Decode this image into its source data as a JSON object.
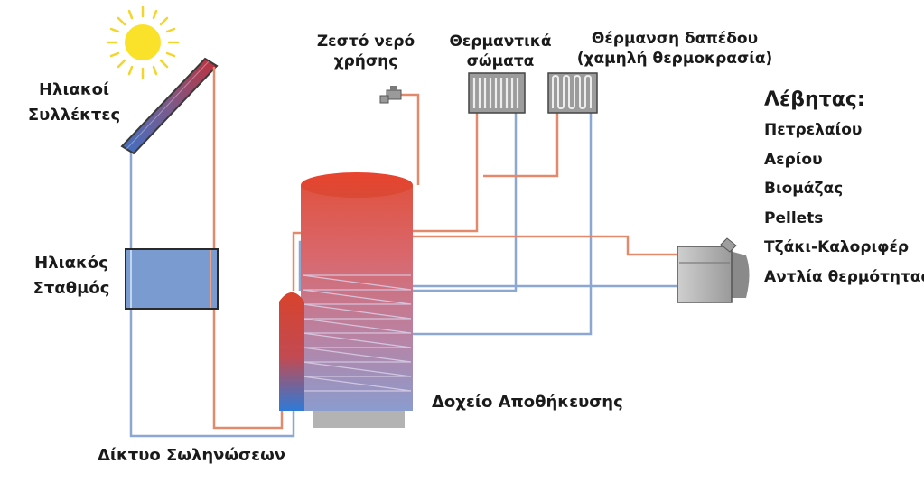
{
  "labels": {
    "solar_collectors": [
      "Ηλιακοί",
      "Συλλέκτες"
    ],
    "solar_station": [
      "Ηλιακός",
      "Σταθμός"
    ],
    "hot_water": [
      "Ζεστό νερό",
      "χρήσης"
    ],
    "radiators": [
      "Θερμαντικά",
      "σώματα"
    ],
    "floor_heating": [
      "Θέρμανση δαπέδου",
      "(χαμηλή θερμοκρασία)"
    ],
    "storage_tank": "Δοχείο Αποθήκευσης",
    "piping_network": "Δίκτυο Σωληνώσεων"
  },
  "boiler": {
    "title": "Λέβητας:",
    "types": [
      "Πετρελαίου",
      "Αερίου",
      "Βιομάζας",
      "Pellets",
      "Τζάκι-Καλοριφέρ",
      "Αντλία θερμότητας"
    ]
  },
  "colors": {
    "hot_pipe": "#e48a6c",
    "cold_pipe": "#8aa8d2",
    "sun": "#fbe22a",
    "tank_top": "#e0503b",
    "tank_bottom": "#8a9cce",
    "solar_station_fill": "#7a9bd0",
    "boiler_grey": "#b5b5b5"
  }
}
